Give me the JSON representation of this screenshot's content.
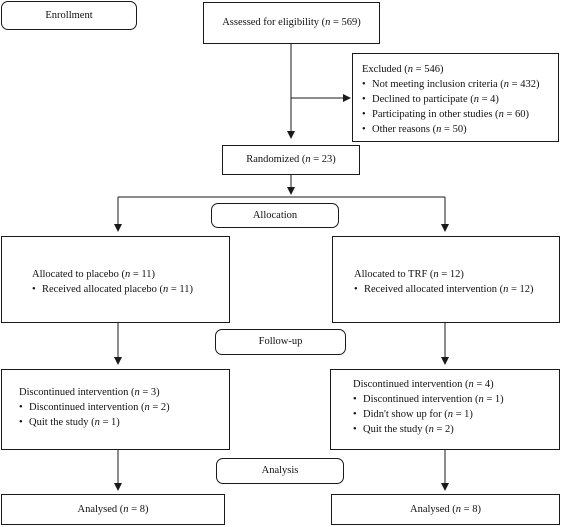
{
  "stages": {
    "enrollment": "Enrollment",
    "allocation": "Allocation",
    "followup": "Follow-up",
    "analysis": "Analysis"
  },
  "assessed": {
    "prefix": "Assessed for eligibility (",
    "n": "n",
    "suffix": " = 569)"
  },
  "excluded": {
    "title": {
      "prefix": "Excluded (",
      "n": "n",
      "suffix": " = 546)"
    },
    "items": [
      {
        "prefix": "Not meeting inclusion criteria (",
        "n": "n",
        "suffix": " = 432)"
      },
      {
        "prefix": "Declined to participate (",
        "n": "n",
        "suffix": " = 4)"
      },
      {
        "prefix": "Participating in other studies (",
        "n": "n",
        "suffix": " = 60)"
      },
      {
        "prefix": "Other reasons (",
        "n": "n",
        "suffix": " = 50)"
      }
    ]
  },
  "randomized": {
    "prefix": "Randomized (",
    "n": "n",
    "suffix": " = 23)"
  },
  "placebo": {
    "allocated": {
      "prefix": "Allocated to placebo (",
      "n": "n",
      "suffix": " = 11)"
    },
    "received": {
      "prefix": "Received allocated placebo (",
      "n": "n",
      "suffix": " = 11)"
    },
    "discontinued_title": {
      "prefix": "Discontinued intervention (",
      "n": "n",
      "suffix": " = 3)"
    },
    "discontinued_items": [
      {
        "prefix": "Discontinued intervention (",
        "n": "n",
        "suffix": " = 2)"
      },
      {
        "prefix": "Quit the study (",
        "n": "n",
        "suffix": " = 1)"
      }
    ],
    "analysed": {
      "prefix": "Analysed (",
      "n": "n",
      "suffix": " = 8)"
    }
  },
  "trf": {
    "allocated": {
      "prefix": "Allocated to TRF (",
      "n": "n",
      "suffix": " = 12)"
    },
    "received": {
      "prefix": "Received allocated intervention (",
      "n": "n",
      "suffix": " = 12)"
    },
    "discontinued_title": {
      "prefix": "Discontinued intervention (",
      "n": "n",
      "suffix": " = 4)"
    },
    "discontinued_items": [
      {
        "prefix": "Discontinued intervention (",
        "n": "n",
        "suffix": " = 1)"
      },
      {
        "prefix": "Didn't show up for (",
        "n": "n",
        "suffix": " = 1)"
      },
      {
        "prefix": "Quit the study (",
        "n": "n",
        "suffix": " = 2)"
      }
    ],
    "analysed": {
      "prefix": "Analysed (",
      "n": "n",
      "suffix": " = 8)"
    }
  }
}
